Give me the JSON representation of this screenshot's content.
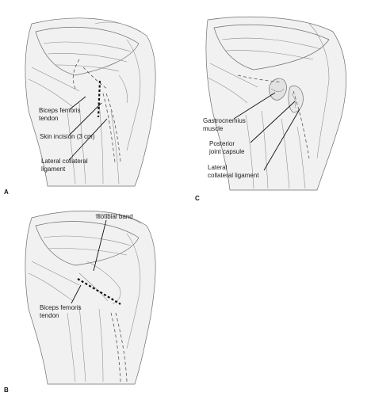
{
  "panels": {
    "a": {
      "letter": "A",
      "labels": {
        "biceps_line1": "Biceps femoris",
        "biceps_line2": "tendon",
        "incision": "Skin incision (3 cm)",
        "lcl_line1": "Lateral collateral",
        "lcl_line2": "ligament"
      }
    },
    "b": {
      "letter": "B",
      "labels": {
        "iliotibial": "Iliotibial band",
        "biceps_line1": "Biceps femoris",
        "biceps_line2": "tendon"
      }
    },
    "c": {
      "letter": "C",
      "labels": {
        "gastro_line1": "Gastrocnemius",
        "gastro_line2": "muscle",
        "capsule_line1": "Posterior",
        "capsule_line2": "joint capsule",
        "lcl_line1": "Lateral",
        "lcl_line2": "collateral ligament"
      }
    }
  },
  "colors": {
    "muscle_fill": "#f1f1f1",
    "outline": "#6f6f6f",
    "leader_line": "#111111",
    "text": "#222222"
  }
}
